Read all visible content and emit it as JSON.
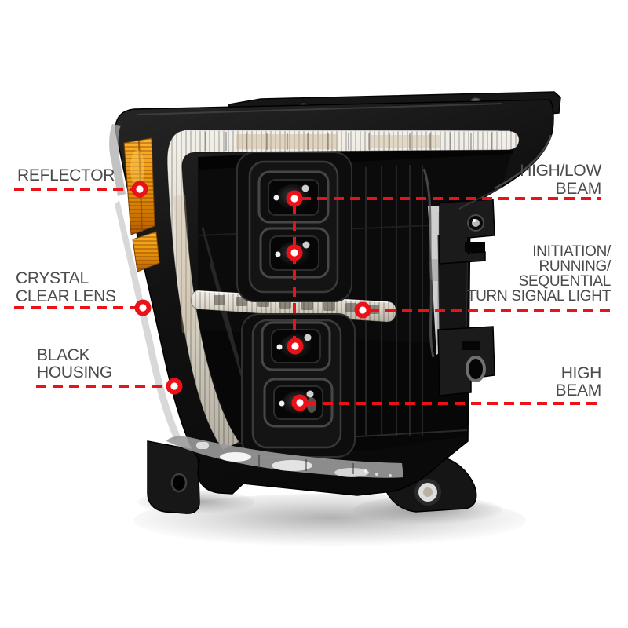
{
  "page": {
    "background_color": "#ffffff"
  },
  "colors": {
    "callout_red": "#ea1118",
    "label_text_gray": "#4b4b4b",
    "amber_reflector": "#e8920a",
    "housing_black": "#0d0d0d",
    "drl_strip": "#d9d3c6"
  },
  "callouts": {
    "reflector": {
      "lines": [
        "REFLECTOR"
      ]
    },
    "crystal_clear_lens": {
      "lines": [
        "CRYSTAL",
        "CLEAR LENS"
      ]
    },
    "black_housing": {
      "lines": [
        "BLACK",
        "HOUSING"
      ]
    },
    "high_low_beam": {
      "lines": [
        "HIGH/LOW",
        "BEAM"
      ]
    },
    "turn_signal": {
      "lines": [
        "INITIATION/",
        "RUNNING/",
        "SEQUENTIAL",
        "TURN SIGNAL LIGHT"
      ]
    },
    "high_beam": {
      "lines": [
        "HIGH",
        "BEAM"
      ]
    }
  }
}
